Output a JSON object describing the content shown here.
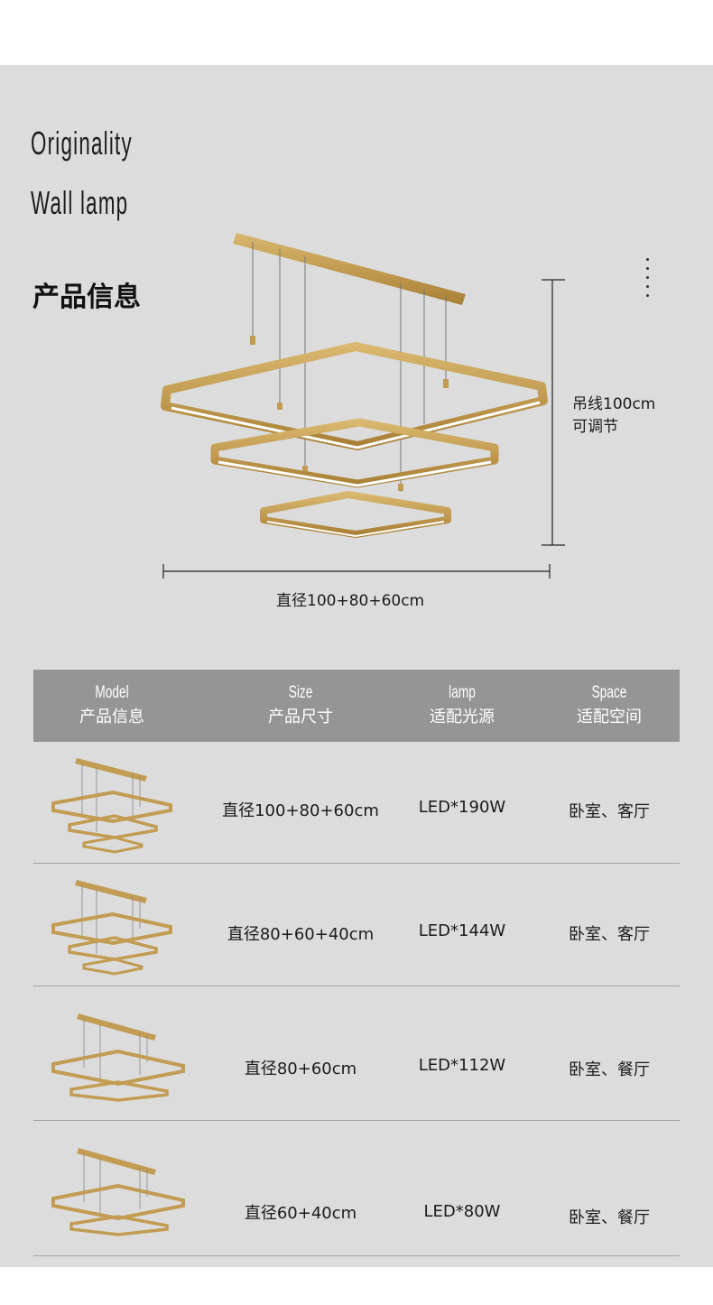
{
  "title": {
    "line1": "Originality",
    "line2": "Wall lamp"
  },
  "heading": "产品信息",
  "hero": {
    "wire_label_1": "吊线100cm",
    "wire_label_2": "可调节",
    "diameter_label": "直径100+80+60cm"
  },
  "table": {
    "headers": [
      {
        "en": "Model",
        "zh": "产品信息"
      },
      {
        "en": "Size",
        "zh": "产品尺寸"
      },
      {
        "en": "lamp",
        "zh": "适配光源"
      },
      {
        "en": "Space",
        "zh": "适配空间"
      }
    ],
    "rows": [
      {
        "size": "直径100+80+60cm",
        "lamp": "LED*190W",
        "space": "卧室、客厅",
        "rings": 3
      },
      {
        "size": "直径80+60+40cm",
        "lamp": "LED*144W",
        "space": "卧室、客厅",
        "rings": 3
      },
      {
        "size": "直径80+60cm",
        "lamp": "LED*112W",
        "space": "卧室、餐厅",
        "rings": 2
      },
      {
        "size": "直径60+40cm",
        "lamp": "LED*80W",
        "space": "卧室、餐厅",
        "rings": 2
      }
    ]
  },
  "colors": {
    "panel": "#dcdcdc",
    "header": "#959595",
    "gold": "#c29c52"
  }
}
